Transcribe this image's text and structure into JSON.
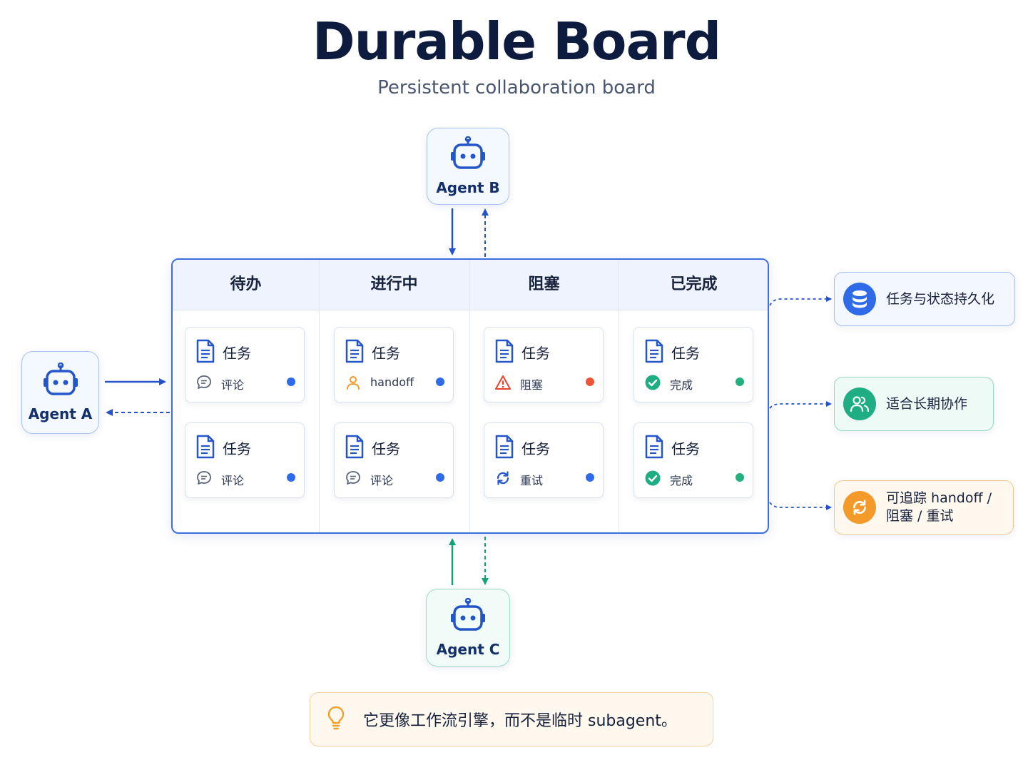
{
  "header": {
    "title": "Durable Board",
    "subtitle": "Persistent collaboration board"
  },
  "agents": {
    "a": "Agent A",
    "b": "Agent B",
    "c": "Agent C"
  },
  "board": {
    "columns": [
      "待办",
      "进行中",
      "阻塞",
      "已完成"
    ],
    "cards": [
      [
        {
          "title": "任务",
          "status": "评论",
          "icon": "comment-icon",
          "dot": "#2f6be8"
        },
        {
          "title": "任务",
          "status": "评论",
          "icon": "comment-icon",
          "dot": "#2f6be8"
        }
      ],
      [
        {
          "title": "任务",
          "status": "handoff",
          "icon": "user-icon",
          "dot": "#2f6be8"
        },
        {
          "title": "任务",
          "status": "评论",
          "icon": "comment-icon",
          "dot": "#2f6be8"
        }
      ],
      [
        {
          "title": "任务",
          "status": "阻塞",
          "icon": "warning-icon",
          "dot": "#ef5338"
        },
        {
          "title": "任务",
          "status": "重试",
          "icon": "retry-icon",
          "dot": "#2f6be8"
        }
      ],
      [
        {
          "title": "任务",
          "status": "完成",
          "icon": "check-circle-icon",
          "dot": "#22b07d"
        },
        {
          "title": "任务",
          "status": "完成",
          "icon": "check-circle-icon",
          "dot": "#22b07d"
        }
      ]
    ]
  },
  "features": [
    {
      "label_lines": [
        "任务与状态持久化"
      ],
      "icon": "database-icon",
      "color": "#2f6be8"
    },
    {
      "label_lines": [
        "适合长期协作"
      ],
      "icon": "users-icon",
      "color": "#1fae84"
    },
    {
      "label_lines": [
        "可追踪 handoff /",
        "阻塞 / 重试"
      ],
      "icon": "refresh-icon",
      "color": "#f49a2a"
    }
  ],
  "note": {
    "text": "它更像工作流引擎，而不是临时 subagent。",
    "icon": "lightbulb-icon"
  },
  "colors": {
    "blue": "#2f6be8",
    "green": "#1fae84",
    "orange": "#f49a2a",
    "red": "#ef5338"
  }
}
